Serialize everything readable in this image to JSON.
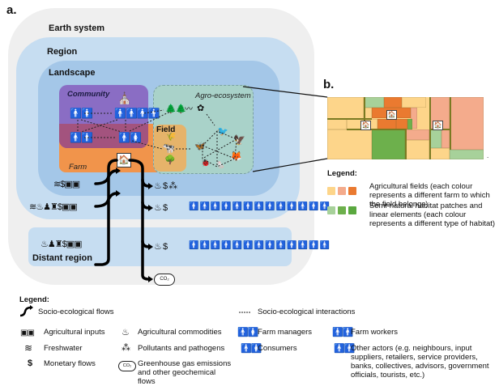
{
  "panel_a": {
    "label": "a.",
    "levels": {
      "earth_system": "Earth system",
      "region": "Region",
      "landscape": "Landscape",
      "community": "Community",
      "agro_ecosystem": "Agro-ecosystem",
      "field": "Field",
      "farm": "Farm",
      "distant_region": "Distant region"
    },
    "inflows": {
      "landscape_row": [
        "freshwater-icon",
        "dollar-icon",
        "agricultural-inputs-icon"
      ],
      "region_row": [
        "freshwater-icon",
        "agricultural-commodities-icon",
        "other-actors-icon",
        "farm-workers-icon",
        "dollar-icon",
        "agricultural-inputs-icon"
      ],
      "distant_row": [
        "agricultural-commodities-icon",
        "other-actors-icon",
        "farm-workers-icon",
        "dollar-icon",
        "agricultural-inputs-icon"
      ]
    },
    "outflows": {
      "landscape_row": [
        "agricultural-commodities-icon",
        "dollar-icon",
        "pollutants-icon"
      ],
      "region_row": [
        "agricultural-commodities-icon",
        "dollar-icon"
      ],
      "distant_row": [
        "agricultural-commodities-icon",
        "dollar-icon"
      ],
      "earth_row": [
        "ghg-cloud-icon"
      ]
    },
    "consumer_count_region": 13,
    "consumer_count_distant": 13,
    "dollar": "$",
    "co2": "CO₂"
  },
  "panel_b": {
    "label": "b.",
    "legend_title": "Legend:",
    "legend_items": [
      {
        "text": "Agricultural fields (each colour represents a different farm to which the field belongs)",
        "colors": [
          "#fdd58a",
          "#f4ab8c",
          "#ea7a30"
        ]
      },
      {
        "text": "Semi-natural habitat patches and linear elements (each colour represents a different type of habitat)",
        "colors": [
          "#a7d19a",
          "#6db04c",
          "#5aa83f"
        ]
      }
    ]
  },
  "legend": {
    "title": "Legend:",
    "items": {
      "flows": "Socio-ecological flows",
      "interactions": "Socio-ecological interactions",
      "inputs": "Agricultural inputs",
      "commodities": "Agricultural commodities",
      "managers": "Farm managers",
      "workers": "Farm workers",
      "freshwater": "Freshwater",
      "pollutants": "Pollutants and pathogens",
      "consumers": "Consumers",
      "other_actors": "Other actors (e.g. neighbours, input suppliers, retailers, service providers, banks, collectives, advisors, government officials, tourists, etc.)",
      "monetary": "Monetary flows",
      "ghg": "Greenhouse gas emissions and other geochemical flows"
    }
  },
  "colors": {
    "earth": "#efefef",
    "region": "#c6ddf1",
    "landscape": "#a4c7e8",
    "community": "#8a6dc4",
    "overlap": "#a3537e",
    "farm": "#f1944b",
    "field": "#e6b36a",
    "agro": "#a9d2c9"
  }
}
